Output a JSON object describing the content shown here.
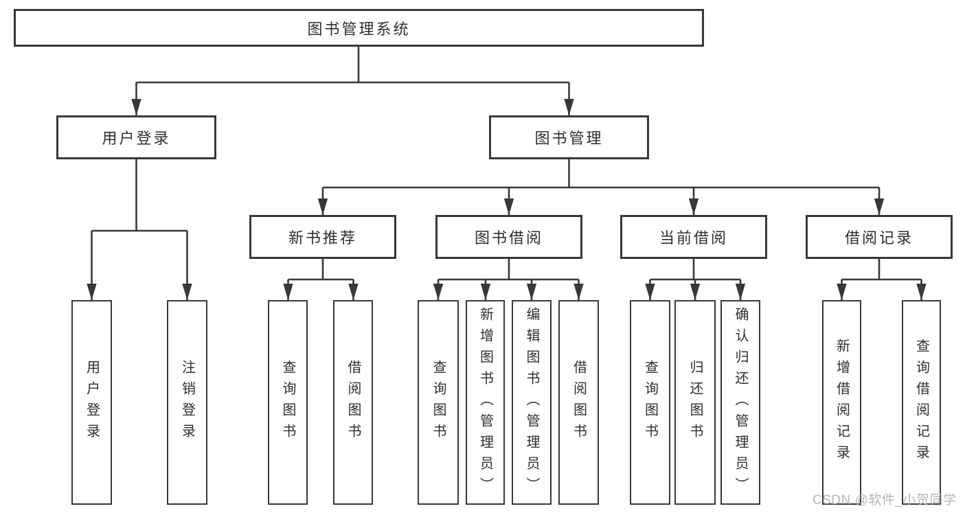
{
  "diagram_title": "图书管理系统",
  "colors": {
    "line": "#383838",
    "text": "#2e2e2e",
    "watermark": "#b6b6b6",
    "background": "#ffffff"
  },
  "tree": {
    "label": "图书管理系统",
    "children": [
      {
        "label": "用户登录",
        "children": [
          {
            "label": "用户登录"
          },
          {
            "label": "注销登录"
          }
        ]
      },
      {
        "label": "图书管理",
        "children": [
          {
            "label": "新书推荐",
            "children": [
              {
                "label": "查询图书"
              },
              {
                "label": "借阅图书"
              }
            ]
          },
          {
            "label": "图书借阅",
            "children": [
              {
                "label": "查询图书"
              },
              {
                "label": "新增图书（管理员）"
              },
              {
                "label": "编辑图书（管理员）"
              },
              {
                "label": "借阅图书"
              }
            ]
          },
          {
            "label": "当前借阅",
            "children": [
              {
                "label": "查询图书"
              },
              {
                "label": "归还图书"
              },
              {
                "label": "确认归还（管理员）"
              }
            ]
          },
          {
            "label": "借阅记录",
            "children": [
              {
                "label": "新增借阅记录"
              },
              {
                "label": "查询借阅记录"
              }
            ]
          }
        ]
      }
    ]
  },
  "watermark": "CSDN @软件_小贺同学"
}
